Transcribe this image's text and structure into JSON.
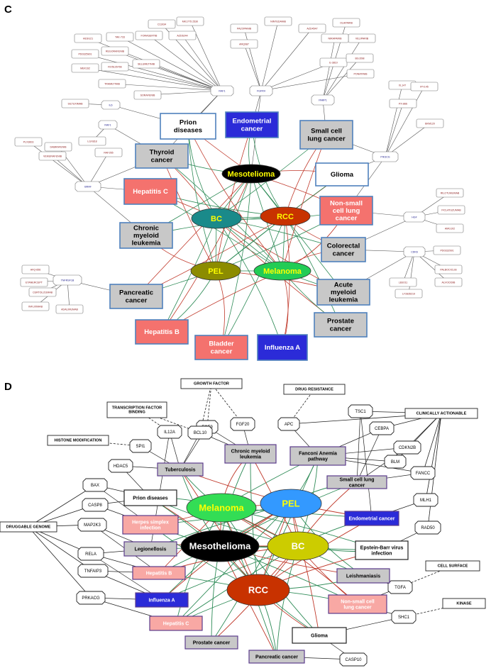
{
  "colors": {
    "disease_box_blue_border": "#4f81bd",
    "gray_fill": "#c8c8c8",
    "salmon_fill": "#f4726e",
    "pink_fill": "#f8a8a4",
    "blue_fill": "#2b2bd8",
    "edge_red": "#c0392b",
    "edge_green": "#2e8b57",
    "edge_gray": "#555555",
    "gene_text_red": "#8b1a1a",
    "gene_text_blue": "#1a1a8b",
    "purple_border": "#5c3c8c"
  },
  "panel_c": {
    "label": "C",
    "hubs": [
      {
        "id": "meso",
        "label": "Mesotelioma",
        "fill": "#000000",
        "text": "#ffff00"
      },
      {
        "id": "bc",
        "label": "BC",
        "fill": "#1a8a8a",
        "text": "#ffff00"
      },
      {
        "id": "rcc",
        "label": "RCC",
        "fill": "#c83200",
        "text": "#ffff00"
      },
      {
        "id": "pel",
        "label": "PEL",
        "fill": "#8c8c00",
        "text": "#ffff00"
      },
      {
        "id": "mel",
        "label": "Melanoma",
        "fill": "#22cc55",
        "text": "#ffff00"
      }
    ],
    "diseases": [
      {
        "id": "prion",
        "label": "Prion diseases",
        "style": "white"
      },
      {
        "id": "endo",
        "label": "Endometrial cancer",
        "style": "blue"
      },
      {
        "id": "sclc",
        "label": "Small cell lung cancer",
        "style": "gray"
      },
      {
        "id": "thyroid",
        "label": "Thyroid cancer",
        "style": "gray"
      },
      {
        "id": "glioma",
        "label": "Glioma",
        "style": "white"
      },
      {
        "id": "hepc",
        "label": "Hepatitis C",
        "style": "salmon"
      },
      {
        "id": "nsclc",
        "label": "Non-small cell lung cancer",
        "style": "salmon"
      },
      {
        "id": "cml",
        "label": "Chronic myeloid leukemia",
        "style": "gray"
      },
      {
        "id": "crc",
        "label": "Colorectal cancer",
        "style": "gray"
      },
      {
        "id": "aml",
        "label": "Acute myeloid leukemia",
        "style": "gray"
      },
      {
        "id": "panc",
        "label": "Pancreatic cancer",
        "style": "gray"
      },
      {
        "id": "prost",
        "label": "Prostate cancer",
        "style": "gray"
      },
      {
        "id": "hepb",
        "label": "Hepatitis B",
        "style": "salmon"
      },
      {
        "id": "blad",
        "label": "Bladder cancer",
        "style": "salmon"
      },
      {
        "id": "flu",
        "label": "Influenza A",
        "style": "blue"
      }
    ],
    "genes": [
      {
        "id": "raf1",
        "label": "RAF1"
      },
      {
        "id": "fgfr4",
        "label": "FGFR4"
      },
      {
        "id": "parp1",
        "label": "PARP1"
      },
      {
        "id": "il6",
        "label": "IL6"
      },
      {
        "id": "raf1b",
        "label": "RAF1"
      },
      {
        "id": "braf",
        "label": "BRAF"
      },
      {
        "id": "pik3cg",
        "label": "PIK3CG"
      },
      {
        "id": "hgf",
        "label": "HGF"
      },
      {
        "id": "cdk6",
        "label": "CDK6"
      },
      {
        "id": "tnfrsf1b",
        "label": "TNFRSF1B"
      }
    ],
    "drugs": [
      {
        "id": "d1",
        "label": "C11934"
      },
      {
        "id": "d2",
        "label": "MK1775 2530"
      },
      {
        "id": "d3",
        "label": "HESG21"
      },
      {
        "id": "d4",
        "label": "TAK-733"
      },
      {
        "id": "d5",
        "label": "FORASERTIB"
      },
      {
        "id": "d6",
        "label": "AZD6244"
      },
      {
        "id": "d7",
        "label": "PD0325901"
      },
      {
        "id": "d8",
        "label": "REGORAFENIB"
      },
      {
        "id": "d9",
        "label": "MEK162"
      },
      {
        "id": "d10",
        "label": "RO5126766"
      },
      {
        "id": "d11",
        "label": "SELUMETINIB"
      },
      {
        "id": "d12",
        "label": "TRAMETINIB"
      },
      {
        "id": "d13",
        "label": "SORAFENIB"
      },
      {
        "id": "d14",
        "label": "PAZOPANIB"
      },
      {
        "id": "d15",
        "label": "NINTEDANIB"
      },
      {
        "id": "d16",
        "label": "ARQ087"
      },
      {
        "id": "d17",
        "label": "AZD4547"
      },
      {
        "id": "d18",
        "label": "OLAPARIB"
      },
      {
        "id": "d19",
        "label": "VELIPARIB"
      },
      {
        "id": "d20",
        "label": "NIRAPARIB"
      },
      {
        "id": "d21",
        "label": "E-3810"
      },
      {
        "id": "d22",
        "label": "BGJ398"
      },
      {
        "id": "d23",
        "label": "PONATINIB"
      },
      {
        "id": "d24",
        "label": "SILTUXIMAB"
      },
      {
        "id": "d25",
        "label": "DABRAFENIB"
      },
      {
        "id": "d26",
        "label": "LGX818"
      },
      {
        "id": "d27",
        "label": "VEMURAFENIB"
      },
      {
        "id": "d28",
        "label": "PLX3603"
      },
      {
        "id": "d29",
        "label": "RAF265"
      },
      {
        "id": "d30",
        "label": "XL147"
      },
      {
        "id": "d31",
        "label": "PX-866"
      },
      {
        "id": "d32",
        "label": "BKM120"
      },
      {
        "id": "d33",
        "label": "IPI-145"
      },
      {
        "id": "d34",
        "label": "RILOTUMUMAB"
      },
      {
        "id": "d35",
        "label": "FICLATUZUMAB"
      },
      {
        "id": "d36",
        "label": "AMG102"
      },
      {
        "id": "d37",
        "label": "PD0332991"
      },
      {
        "id": "d38",
        "label": "PALBOCICLIB"
      },
      {
        "id": "d39",
        "label": "ALVOCIDIB"
      },
      {
        "id": "d40",
        "label": "LEE011"
      },
      {
        "id": "d41",
        "label": "LY2835219"
      },
      {
        "id": "d42",
        "label": "AFQ-656"
      },
      {
        "id": "d43",
        "label": "ETANERCEPT"
      },
      {
        "id": "d44",
        "label": "INFLIXIMAB"
      },
      {
        "id": "d45",
        "label": "CERTOLIZUMAB"
      },
      {
        "id": "d46",
        "label": "ADALIMUMAB"
      }
    ]
  },
  "panel_d": {
    "label": "D",
    "hubs": [
      {
        "id": "mel",
        "label": "Melanoma",
        "fill": "#33dd55",
        "text": "#ffff00"
      },
      {
        "id": "pel",
        "label": "PEL",
        "fill": "#3399ff",
        "text": "#ffff00"
      },
      {
        "id": "meso",
        "label": "Mesothelioma",
        "fill": "#000000",
        "text": "#ffffff"
      },
      {
        "id": "bc",
        "label": "BC",
        "fill": "#cccc00",
        "text": "#ffffff"
      },
      {
        "id": "rcc",
        "label": "RCC",
        "fill": "#c83200",
        "text": "#ffffff"
      }
    ],
    "categories": [
      {
        "id": "growth",
        "label": "GROWTH FACTOR"
      },
      {
        "id": "drugres",
        "label": "DRUG RESISTANCE"
      },
      {
        "id": "tfb",
        "label": "TRANSCRIPTION FACTOR BINDING"
      },
      {
        "id": "clin",
        "label": "CLINICALLY ACTIONABLE"
      },
      {
        "id": "histone",
        "label": "HISTONE MODIFICATION"
      },
      {
        "id": "druggable",
        "label": "DRUGGABLE GENOME"
      },
      {
        "id": "cellsurf",
        "label": "CELL SURFACE"
      },
      {
        "id": "kinase",
        "label": "KINASE"
      }
    ],
    "diseases": [
      {
        "id": "cml",
        "label": "Chronic myeloid leukemia",
        "style": "gray"
      },
      {
        "id": "fanconi",
        "label": "Fanconi Anemia pathway",
        "style": "gray"
      },
      {
        "id": "tb",
        "label": "Tuberculosis",
        "style": "gray"
      },
      {
        "id": "sclc",
        "label": "Small cell lung cancer",
        "style": "gray"
      },
      {
        "id": "prion",
        "label": "Prion diseases",
        "style": "white"
      },
      {
        "id": "endo",
        "label": "Endometrial cancer",
        "style": "blue"
      },
      {
        "id": "herpes",
        "label": "Herpes simplex infection",
        "style": "pink"
      },
      {
        "id": "legion",
        "label": "Legionellosis",
        "style": "gray"
      },
      {
        "id": "ebv",
        "label": "Epstein-Barr virus infection",
        "style": "white"
      },
      {
        "id": "hepb",
        "label": "Hepatitis B",
        "style": "pink"
      },
      {
        "id": "leish",
        "label": "Leishmaniasis",
        "style": "gray"
      },
      {
        "id": "flu",
        "label": "Influenza A",
        "style": "blue"
      },
      {
        "id": "nsclc",
        "label": "Non-small cell lung cancer",
        "style": "pink"
      },
      {
        "id": "hepc",
        "label": "Hepatitis C",
        "style": "pink"
      },
      {
        "id": "glioma",
        "label": "Glioma",
        "style": "white"
      },
      {
        "id": "prost",
        "label": "Prostate cancer",
        "style": "gray"
      },
      {
        "id": "panc",
        "label": "Pancreatic cancer",
        "style": "gray"
      }
    ],
    "genes": [
      {
        "id": "fgf9",
        "label": "FGF9"
      },
      {
        "id": "fgf20",
        "label": "FGF20"
      },
      {
        "id": "apc",
        "label": "APC"
      },
      {
        "id": "tsc1",
        "label": "TSC1"
      },
      {
        "id": "il12a",
        "label": "IL12A"
      },
      {
        "id": "bcl10",
        "label": "BCL10"
      },
      {
        "id": "cebpa",
        "label": "CEBPA"
      },
      {
        "id": "spi1",
        "label": "SPI1"
      },
      {
        "id": "cdkn2b",
        "label": "CDKN2B"
      },
      {
        "id": "blm",
        "label": "BLM"
      },
      {
        "id": "hdac5",
        "label": "HDAC5"
      },
      {
        "id": "fancc",
        "label": "FANCC"
      },
      {
        "id": "bax",
        "label": "BAX"
      },
      {
        "id": "casp8",
        "label": "CASP8"
      },
      {
        "id": "mlh1",
        "label": "MLH1"
      },
      {
        "id": "map2k3",
        "label": "MAP2K3"
      },
      {
        "id": "rad50",
        "label": "RAD50"
      },
      {
        "id": "rela",
        "label": "RELA"
      },
      {
        "id": "tnfaip3",
        "label": "TNFAIP3"
      },
      {
        "id": "tgfa",
        "label": "TGFA"
      },
      {
        "id": "prkacg",
        "label": "PRKACG"
      },
      {
        "id": "shc1",
        "label": "SHC1"
      },
      {
        "id": "casp10",
        "label": "CASP10"
      }
    ]
  }
}
